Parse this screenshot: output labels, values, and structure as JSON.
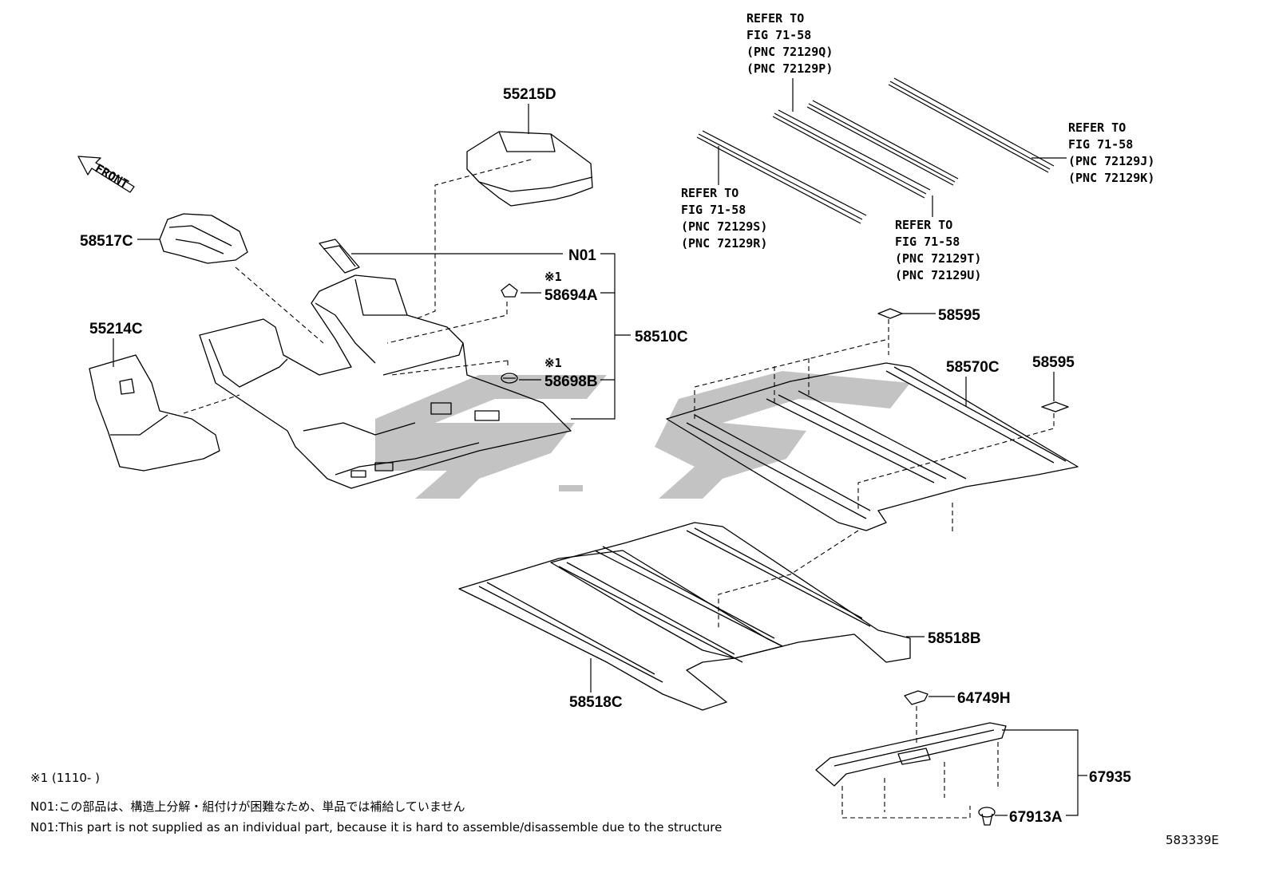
{
  "front_label": "FRONT",
  "callouts": {
    "p55215D": "55215D",
    "p58517C": "58517C",
    "p55214C": "55214C",
    "pN01": "N01",
    "p58694A": "58694A",
    "p58698B": "58698B",
    "p58510C": "58510C",
    "p58595a": "58595",
    "p58595b": "58595",
    "p58570C": "58570C",
    "p58518B": "58518B",
    "p58518C": "58518C",
    "p64749H": "64749H",
    "p67935": "67935",
    "p67913A": "67913A"
  },
  "note_mark": "※1",
  "refs": {
    "r1": [
      "REFER TO",
      "FIG 71-58",
      "(PNC 72129Q)",
      "(PNC 72129P)"
    ],
    "r2": [
      "REFER TO",
      "FIG 71-58",
      "(PNC 72129J)",
      "(PNC 72129K)"
    ],
    "r3": [
      "REFER TO",
      "FIG 71-58",
      "(PNC 72129S)",
      "(PNC 72129R)"
    ],
    "r4": [
      "REFER TO",
      "FIG 71-58",
      "(PNC 72129T)",
      "(PNC 72129U)"
    ]
  },
  "notes": {
    "date_note": "※1 (1110-      )",
    "n01_ja": "N01:この部品は、構造上分解・組付けが困難なため、単品では補給していません",
    "n01_en": "N01:This part is not supplied as an individual part, because it is hard to assemble/disassemble due to the structure"
  },
  "figure_id": "583339E",
  "colors": {
    "line": "#000000",
    "watermark": "#b9b9b9",
    "background": "#ffffff"
  }
}
